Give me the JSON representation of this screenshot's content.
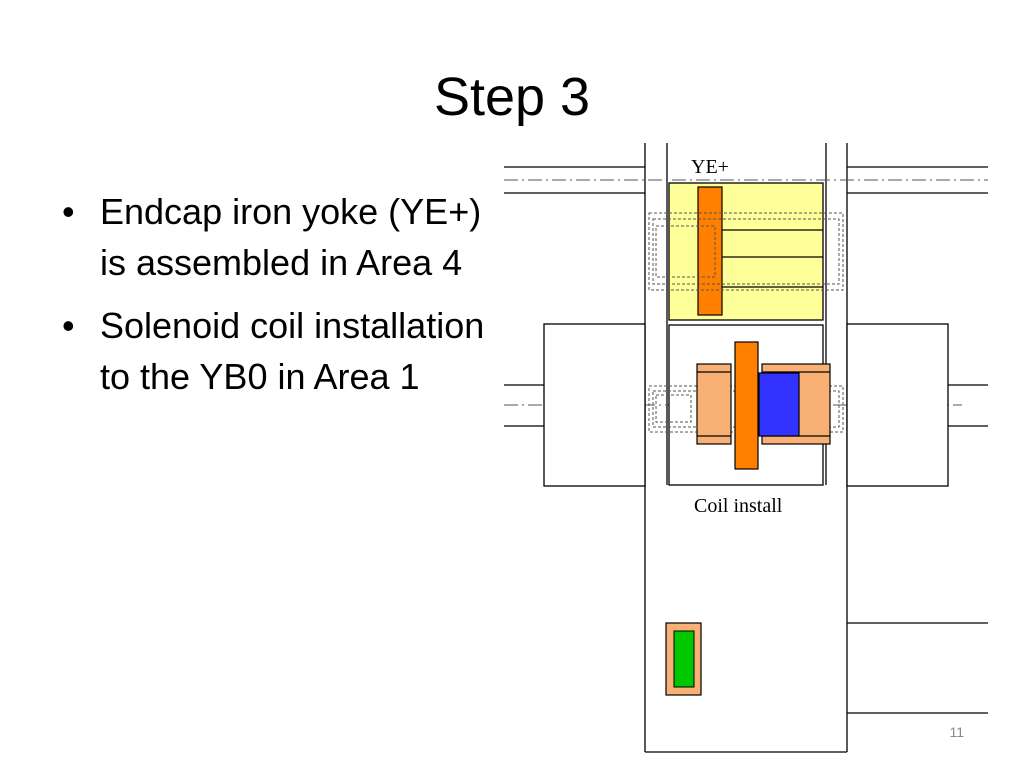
{
  "slide": {
    "title": "Step 3",
    "bullets": [
      "Endcap iron yoke (YE+) is assembled in Area 4",
      "Solenoid coil installation to the YB0 in Area 1"
    ],
    "bullet_marker": "•",
    "page_number": "11"
  },
  "diagram": {
    "labels": {
      "ye_plus": "YE+",
      "coil_install": "Coil install"
    },
    "colors": {
      "yoke_fill": "#ffff99",
      "orange": "#ff7f00",
      "light_orange": "#f9b074",
      "blue": "#3333ff",
      "green": "#00c800",
      "line": "#000000",
      "dashed": "#555555"
    }
  }
}
